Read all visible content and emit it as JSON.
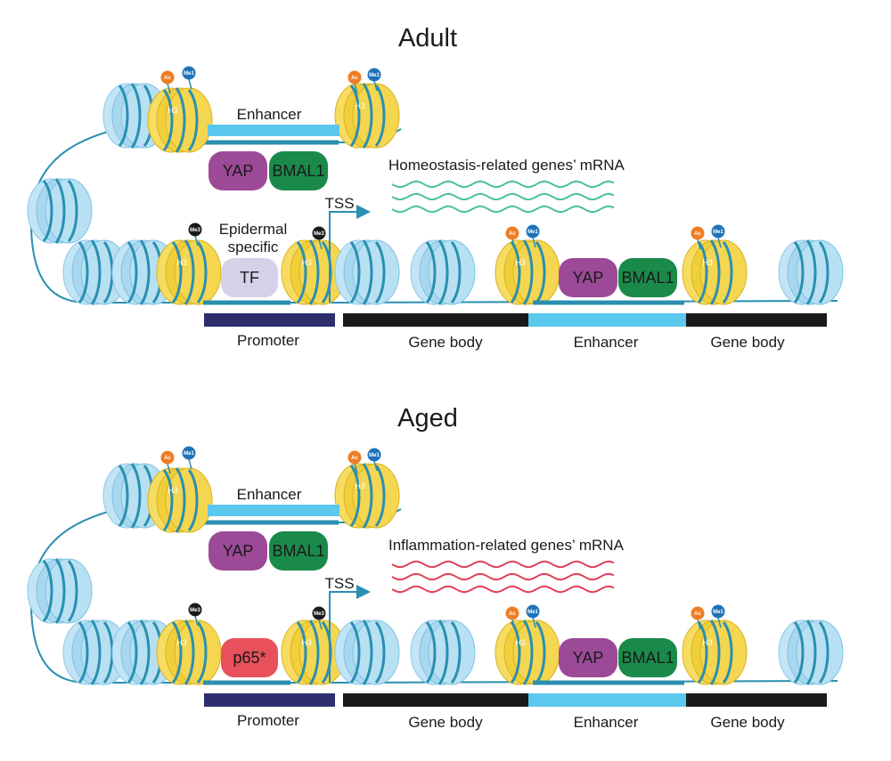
{
  "colors": {
    "dna_strand": "#2a8fb0",
    "nucleosome_blue": "#a8d8ef",
    "nucleosome_blue_edge": "#7ec3e3",
    "h3_yellow": "#f0cf3a",
    "h3_yellow_edge": "#dcb420",
    "ac_mark": "#ee7d24",
    "me1_mark": "#1e73b9",
    "me3_mark": "#1a1a1a",
    "enhancer_light": "#5bc8ee",
    "promoter_navy": "#2c2e6e",
    "gene_body_black": "#1a1a1a",
    "yap_purple": "#9c4a98",
    "bmal1_green": "#1a8a4a",
    "tf_lavender": "#d6d0e8",
    "p65_red": "#e8505b",
    "mrna_green": "#49c296",
    "mrna_red": "#e0405a"
  },
  "icons": {
    "nucleosome": "nucleosome-icon",
    "histone_h3": "histone-h3-icon",
    "acetylation_mark": "ac-mark-icon",
    "monomethyl_mark": "me1-mark-icon",
    "trimethyl_mark": "me3-mark-icon",
    "tss_arrow": "tss-arrow-icon",
    "mrna_wave": "mrna-wave-icon"
  },
  "labels": {
    "histone": "H3",
    "ac": "Ac",
    "me1": "Me1",
    "me3": "Me3",
    "tss": "TSS",
    "promoter": "Promoter",
    "gene_body": "Gene body",
    "enhancer": "Enhancer",
    "yap": "YAP",
    "bmal1": "BMAL1"
  },
  "panels": [
    {
      "id": "adult",
      "title": "Adult",
      "mrna_label": "Homeostasis-related genes’ mRNA",
      "mrna_color": "#49c296",
      "promoter_factor": "TF",
      "promoter_factor_color": "#d6d0e8",
      "promoter_factor_caption_line1": "Epidermal",
      "promoter_factor_caption_line2": "specific"
    },
    {
      "id": "aged",
      "title": "Aged",
      "mrna_label": "Inflammation-related genes’ mRNA",
      "mrna_color": "#e0405a",
      "promoter_factor": "p65*",
      "promoter_factor_color": "#e8505b",
      "promoter_factor_caption_line1": "",
      "promoter_factor_caption_line2": ""
    }
  ]
}
